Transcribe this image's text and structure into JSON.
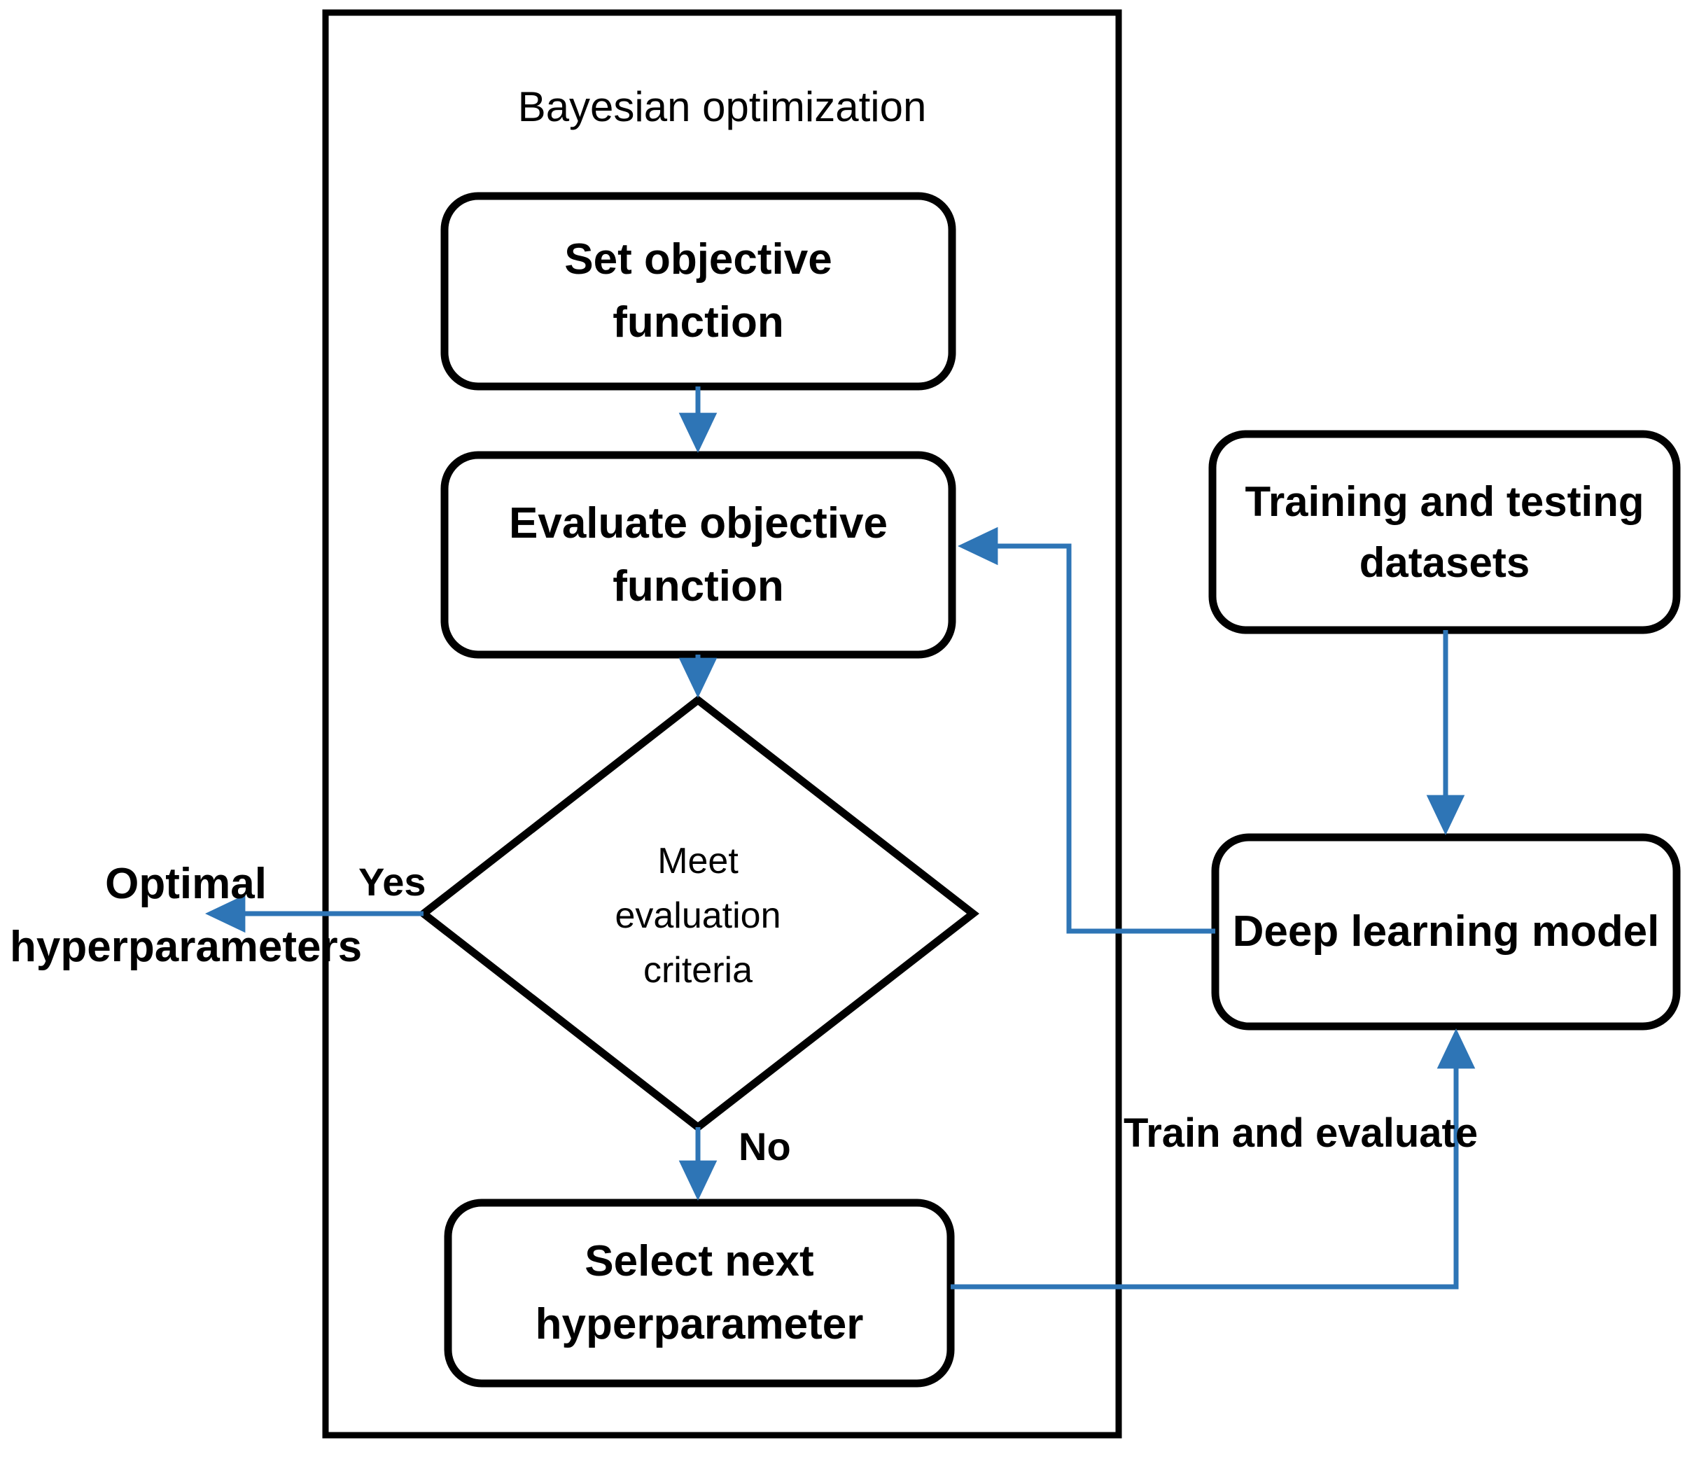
{
  "diagram": {
    "type": "flowchart",
    "title": "Bayesian optimization hyperparameter tuning flowchart",
    "colors": {
      "arrow": "#2E75B6",
      "shape_stroke": "#000000",
      "shape_fill": "#FFFFFF",
      "text": "#000000"
    },
    "group": {
      "label": "Bayesian optimization"
    },
    "nodes": [
      {
        "id": "set_objective",
        "shape": "rounded-rect",
        "label": "Set objective\nfunction"
      },
      {
        "id": "evaluate_objective",
        "shape": "rounded-rect",
        "label": "Evaluate objective\nfunction"
      },
      {
        "id": "meet_criteria",
        "shape": "diamond",
        "label": "Meet\nevaluation\ncriteria"
      },
      {
        "id": "select_next",
        "shape": "rounded-rect",
        "label": "Select next\nhyperparameter"
      },
      {
        "id": "datasets",
        "shape": "rounded-rect",
        "label": "Training and testing\ndatasets"
      },
      {
        "id": "dl_model",
        "shape": "rounded-rect",
        "label": "Deep learning model"
      },
      {
        "id": "optimal_output",
        "shape": "text",
        "label": "Optimal\nhyperparameters"
      }
    ],
    "edges": [
      {
        "from": "set_objective",
        "to": "evaluate_objective",
        "label": ""
      },
      {
        "from": "evaluate_objective",
        "to": "meet_criteria",
        "label": ""
      },
      {
        "from": "meet_criteria",
        "to": "optimal_output",
        "label": "Yes"
      },
      {
        "from": "meet_criteria",
        "to": "select_next",
        "label": "No"
      },
      {
        "from": "select_next",
        "to": "dl_model",
        "label": "Train and evaluate"
      },
      {
        "from": "datasets",
        "to": "dl_model",
        "label": ""
      },
      {
        "from": "dl_model",
        "to": "evaluate_objective",
        "label": ""
      }
    ],
    "labels": {
      "yes": "Yes",
      "no": "No",
      "train_and_evaluate": "Train and evaluate"
    }
  }
}
